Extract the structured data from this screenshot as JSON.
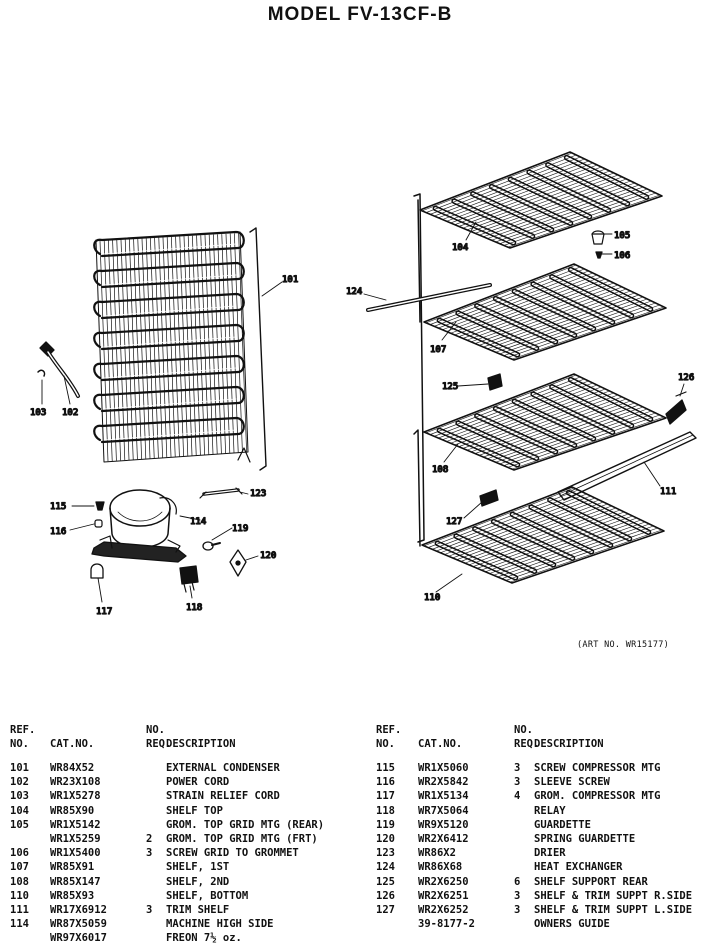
{
  "title": "MODEL FV-13CF-B",
  "art_no": "(ART NO. WR15177)",
  "callouts": {
    "c101": "101",
    "c102": "102",
    "c103": "103",
    "c104": "104",
    "c105": "105",
    "c106": "106",
    "c107": "107",
    "c108": "108",
    "c110": "110",
    "c111": "111",
    "c114": "114",
    "c115": "115",
    "c116": "116",
    "c117": "117",
    "c118": "118",
    "c119": "119",
    "c120": "120",
    "c123": "123",
    "c124": "124",
    "c125": "125",
    "c126": "126",
    "c127": "127"
  },
  "headers": {
    "ref1": "REF.",
    "ref2": "NO.",
    "cat": "CAT.NO.",
    "req1": "NO.",
    "req2": "REQ.",
    "desc": "DESCRIPTION"
  },
  "parts_left": [
    {
      "ref": "101",
      "cat": "WR84X52",
      "req": "",
      "desc": "EXTERNAL CONDENSER"
    },
    {
      "ref": "102",
      "cat": "WR23X108",
      "req": "",
      "desc": "POWER CORD"
    },
    {
      "ref": "103",
      "cat": "WR1X5278",
      "req": "",
      "desc": "STRAIN RELIEF CORD"
    },
    {
      "ref": "104",
      "cat": "WR85X90",
      "req": "",
      "desc": "SHELF TOP"
    },
    {
      "ref": "105",
      "cat": "WR1X5142",
      "req": "",
      "desc": "GROM. TOP GRID MTG (REAR)"
    },
    {
      "ref": "",
      "cat": "WR1X5259",
      "req": "2",
      "desc": "GROM. TOP GRID MTG (FRT)"
    },
    {
      "ref": "106",
      "cat": "WR1X5400",
      "req": "3",
      "desc": "SCREW GRID TO GROMMET"
    },
    {
      "ref": "107",
      "cat": "WR85X91",
      "req": "",
      "desc": "SHELF, 1ST"
    },
    {
      "ref": "108",
      "cat": "WR85X147",
      "req": "",
      "desc": "SHELF, 2ND"
    },
    {
      "ref": "110",
      "cat": "WR85X93",
      "req": "",
      "desc": "SHELF, BOTTOM"
    },
    {
      "ref": "111",
      "cat": "WR17X6912",
      "req": "3",
      "desc": "TRIM SHELF"
    },
    {
      "ref": "114",
      "cat": "WR87X5059",
      "req": "",
      "desc": "MACHINE HIGH SIDE"
    },
    {
      "ref": "",
      "cat": "WR97X6017",
      "req": "",
      "desc": "FREON 7½ oz."
    }
  ],
  "parts_right": [
    {
      "ref": "115",
      "cat": "WR1X5060",
      "req": "3",
      "desc": "SCREW COMPRESSOR MTG"
    },
    {
      "ref": "116",
      "cat": "WR2X5842",
      "req": "3",
      "desc": "SLEEVE SCREW"
    },
    {
      "ref": "117",
      "cat": "WR1X5134",
      "req": "4",
      "desc": "GROM. COMPRESSOR MTG"
    },
    {
      "ref": "118",
      "cat": "WR7X5064",
      "req": "",
      "desc": "RELAY"
    },
    {
      "ref": "119",
      "cat": "WR9X5120",
      "req": "",
      "desc": "GUARDETTE"
    },
    {
      "ref": "120",
      "cat": "WR2X6412",
      "req": "",
      "desc": "SPRING GUARDETTE"
    },
    {
      "ref": "123",
      "cat": "WR86X2",
      "req": "",
      "desc": "DRIER"
    },
    {
      "ref": "124",
      "cat": "WR86X68",
      "req": "",
      "desc": "HEAT EXCHANGER"
    },
    {
      "ref": "125",
      "cat": "WR2X6250",
      "req": "6",
      "desc": "SHELF SUPPORT REAR"
    },
    {
      "ref": "126",
      "cat": "WR2X6251",
      "req": "3",
      "desc": "SHELF & TRIM SUPPT R.SIDE"
    },
    {
      "ref": "127",
      "cat": "WR2X6252",
      "req": "3",
      "desc": "SHELF & TRIM SUPPT L.SIDE"
    },
    {
      "ref": "",
      "cat": "39-8177-2",
      "req": "",
      "desc": "OWNERS GUIDE"
    }
  ]
}
